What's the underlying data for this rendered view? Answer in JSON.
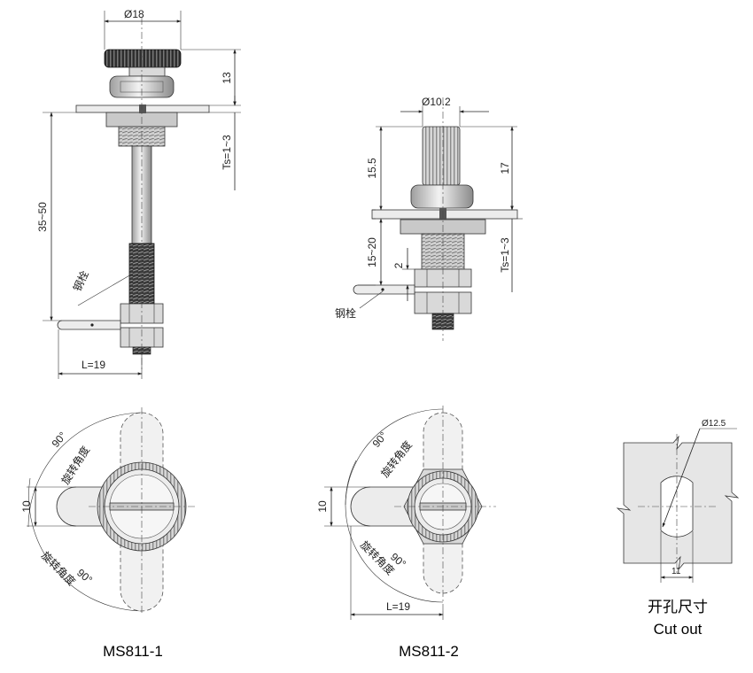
{
  "variant1": {
    "caption": "MS811-1",
    "dims": {
      "knob_diameter": "Ø18",
      "head_height": "13",
      "ts": "Ts=1~3",
      "length": "35~50",
      "cam_length": "L=19",
      "cam_width": "10"
    },
    "labels": {
      "bolt": "钢栓",
      "rotation_angle_top": "90°",
      "rotation_text_top": "旋转角度",
      "rotation_angle_bottom": "90°",
      "rotation_text_bottom": "旋转角度"
    }
  },
  "variant2": {
    "caption": "MS811-2",
    "dims": {
      "knob_diameter": "Ø10.2",
      "knob_height": "15.5",
      "overall_height": "17",
      "range": "15~20",
      "gap": "2",
      "ts": "Ts=1~3",
      "cam_length": "L=19",
      "cam_width": "10"
    },
    "labels": {
      "bolt": "钢栓",
      "rotation_angle_top": "90°",
      "rotation_text_top": "旋转角度",
      "rotation_angle_bottom": "90°",
      "rotation_text_bottom": "旋转角度"
    }
  },
  "cutout": {
    "title_cn": "开孔尺寸",
    "title_en": "Cut out",
    "diameter": "Ø12.5",
    "flat_width": "11"
  }
}
